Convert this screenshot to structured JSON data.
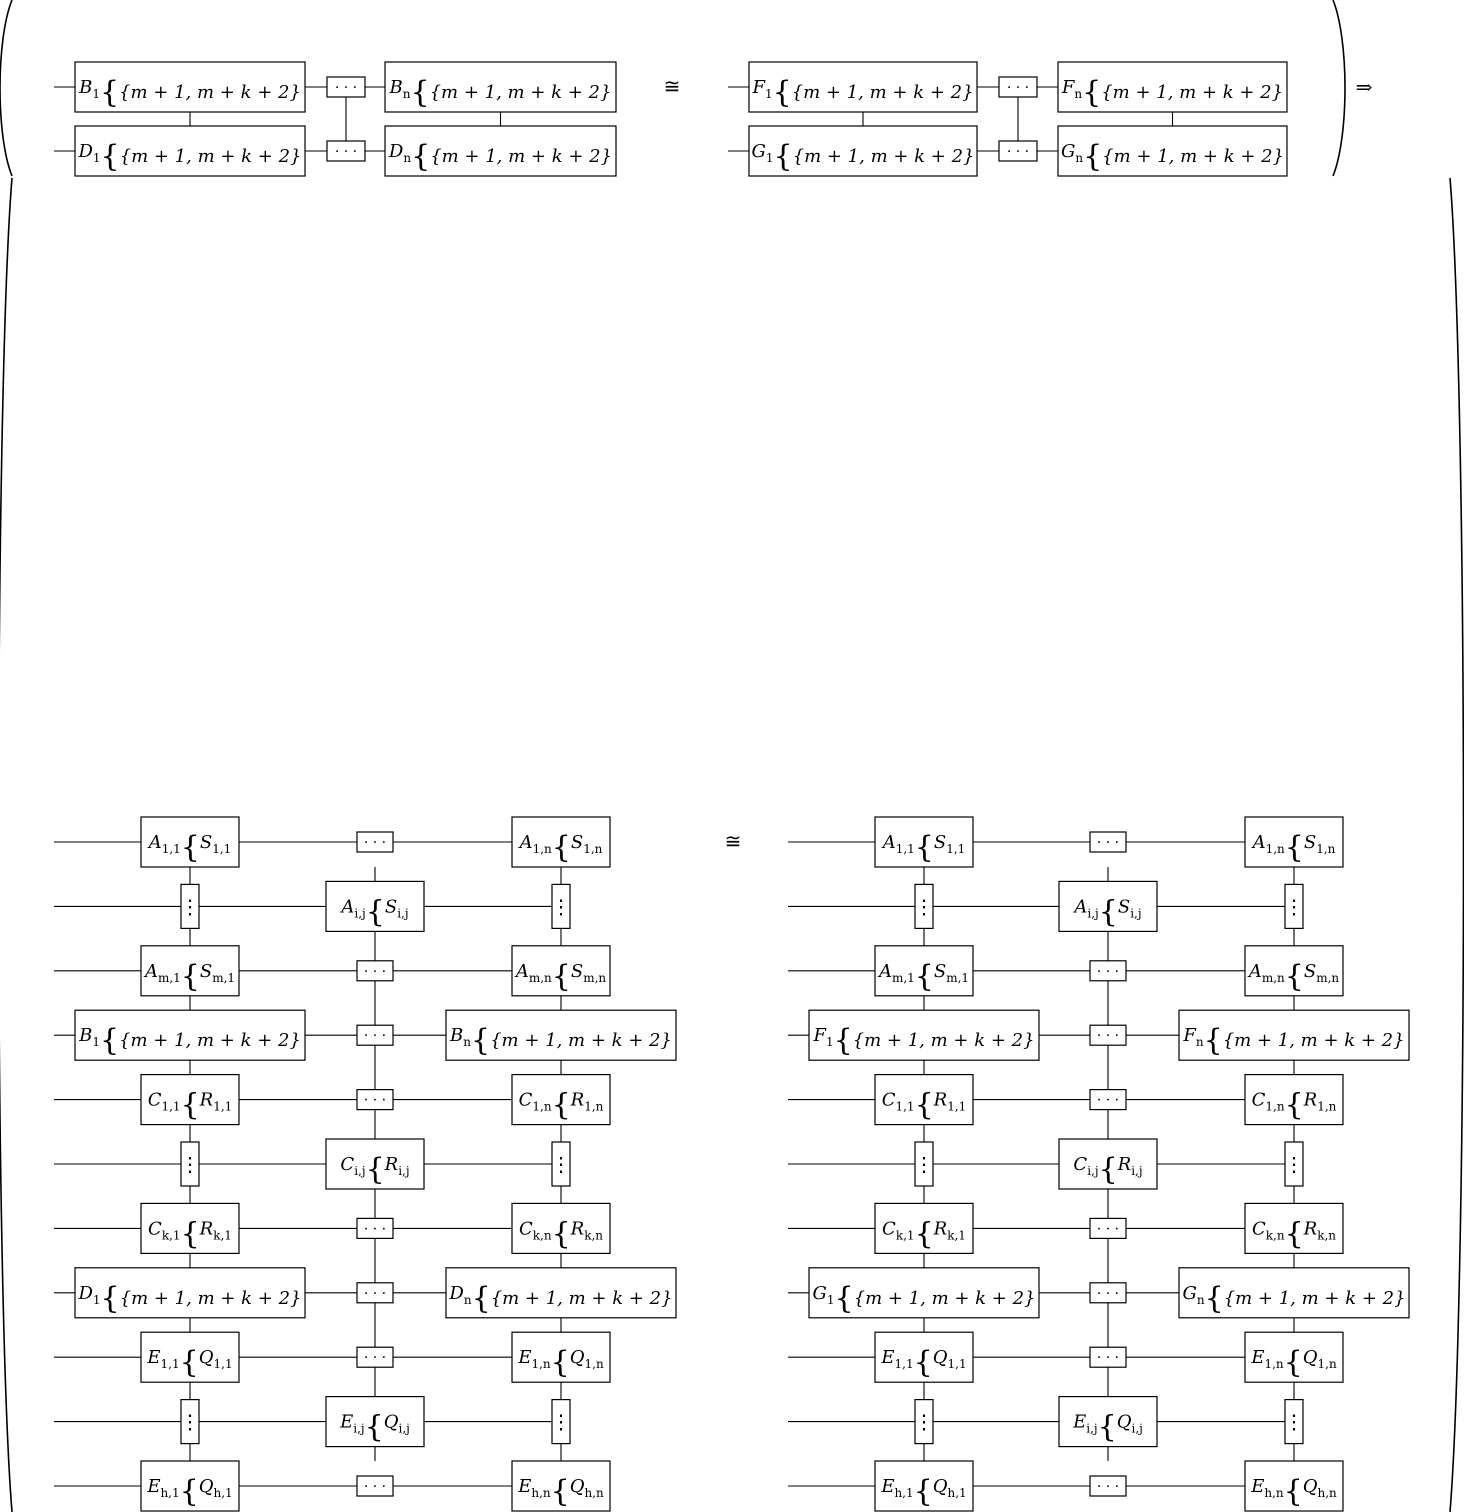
{
  "symbols": {
    "iso": "≅",
    "implies": "⇒",
    "hdots": "· · ·",
    "vdots": "⋮",
    "brace": "{"
  },
  "top": {
    "left": {
      "rows": [
        {
          "first": {
            "name": "B",
            "sub": "1",
            "set": "{m + 1, m + k + 2}"
          },
          "last": {
            "name": "B",
            "sub": "n",
            "set": "{m + 1, m + k + 2}"
          }
        },
        {
          "first": {
            "name": "D",
            "sub": "1",
            "set": "{m + 1, m + k + 2}"
          },
          "last": {
            "name": "D",
            "sub": "n",
            "set": "{m + 1, m + k + 2}"
          }
        }
      ]
    },
    "right": {
      "rows": [
        {
          "first": {
            "name": "F",
            "sub": "1",
            "set": "{m + 1, m + k + 2}"
          },
          "last": {
            "name": "F",
            "sub": "n",
            "set": "{m + 1, m + k + 2}"
          }
        },
        {
          "first": {
            "name": "G",
            "sub": "1",
            "set": "{m + 1, m + k + 2}"
          },
          "last": {
            "name": "G",
            "sub": "n",
            "set": "{m + 1, m + k + 2}"
          }
        }
      ]
    }
  },
  "bottom": {
    "left": {
      "rows": [
        {
          "kind": "pair",
          "first": {
            "name": "A",
            "sub": "1,1",
            "set": "S",
            "setsub": "1,1"
          },
          "last": {
            "name": "A",
            "sub": "1,n",
            "set": "S",
            "setsub": "1,n"
          }
        },
        {
          "kind": "mid",
          "mid": {
            "name": "A",
            "sub": "i,j",
            "set": "S",
            "setsub": "i,j"
          }
        },
        {
          "kind": "pair",
          "first": {
            "name": "A",
            "sub": "m,1",
            "set": "S",
            "setsub": "m,1"
          },
          "last": {
            "name": "A",
            "sub": "m,n",
            "set": "S",
            "setsub": "m,n"
          }
        },
        {
          "kind": "pair",
          "first": {
            "name": "B",
            "sub": "1",
            "set": "{m + 1, m + k + 2}"
          },
          "last": {
            "name": "B",
            "sub": "n",
            "set": "{m + 1, m + k + 2}"
          }
        },
        {
          "kind": "pair",
          "first": {
            "name": "C",
            "sub": "1,1",
            "set": "R",
            "setsub": "1,1"
          },
          "last": {
            "name": "C",
            "sub": "1,n",
            "set": "R",
            "setsub": "1,n"
          }
        },
        {
          "kind": "mid",
          "mid": {
            "name": "C",
            "sub": "i,j",
            "set": "R",
            "setsub": "i,j"
          }
        },
        {
          "kind": "pair",
          "first": {
            "name": "C",
            "sub": "k,1",
            "set": "R",
            "setsub": "k,1"
          },
          "last": {
            "name": "C",
            "sub": "k,n",
            "set": "R",
            "setsub": "k,n"
          }
        },
        {
          "kind": "pair",
          "first": {
            "name": "D",
            "sub": "1",
            "set": "{m + 1, m + k + 2}"
          },
          "last": {
            "name": "D",
            "sub": "n",
            "set": "{m + 1, m + k + 2}"
          }
        },
        {
          "kind": "pair",
          "first": {
            "name": "E",
            "sub": "1,1",
            "set": "Q",
            "setsub": "1,1"
          },
          "last": {
            "name": "E",
            "sub": "1,n",
            "set": "Q",
            "setsub": "1,n"
          }
        },
        {
          "kind": "mid",
          "mid": {
            "name": "E",
            "sub": "i,j",
            "set": "Q",
            "setsub": "i,j"
          }
        },
        {
          "kind": "pair",
          "first": {
            "name": "E",
            "sub": "h,1",
            "set": "Q",
            "setsub": "h,1"
          },
          "last": {
            "name": "E",
            "sub": "h,n",
            "set": "Q",
            "setsub": "h,n"
          }
        }
      ]
    },
    "right": {
      "rows": [
        {
          "kind": "pair",
          "first": {
            "name": "A",
            "sub": "1,1",
            "set": "S",
            "setsub": "1,1"
          },
          "last": {
            "name": "A",
            "sub": "1,n",
            "set": "S",
            "setsub": "1,n"
          }
        },
        {
          "kind": "mid",
          "mid": {
            "name": "A",
            "sub": "i,j",
            "set": "S",
            "setsub": "i,j"
          }
        },
        {
          "kind": "pair",
          "first": {
            "name": "A",
            "sub": "m,1",
            "set": "S",
            "setsub": "m,1"
          },
          "last": {
            "name": "A",
            "sub": "m,n",
            "set": "S",
            "setsub": "m,n"
          }
        },
        {
          "kind": "pair",
          "first": {
            "name": "F",
            "sub": "1",
            "set": "{m + 1, m + k + 2}"
          },
          "last": {
            "name": "F",
            "sub": "n",
            "set": "{m + 1, m + k + 2}"
          }
        },
        {
          "kind": "pair",
          "first": {
            "name": "C",
            "sub": "1,1",
            "set": "R",
            "setsub": "1,1"
          },
          "last": {
            "name": "C",
            "sub": "1,n",
            "set": "R",
            "setsub": "1,n"
          }
        },
        {
          "kind": "mid",
          "mid": {
            "name": "C",
            "sub": "i,j",
            "set": "R",
            "setsub": "i,j"
          }
        },
        {
          "kind": "pair",
          "first": {
            "name": "C",
            "sub": "k,1",
            "set": "R",
            "setsub": "k,1"
          },
          "last": {
            "name": "C",
            "sub": "k,n",
            "set": "R",
            "setsub": "k,n"
          }
        },
        {
          "kind": "pair",
          "first": {
            "name": "G",
            "sub": "1",
            "set": "{m + 1, m + k + 2}"
          },
          "last": {
            "name": "G",
            "sub": "n",
            "set": "{m + 1, m + k + 2}"
          }
        },
        {
          "kind": "pair",
          "first": {
            "name": "E",
            "sub": "1,1",
            "set": "Q",
            "setsub": "1,1"
          },
          "last": {
            "name": "E",
            "sub": "1,n",
            "set": "Q",
            "setsub": "1,n"
          }
        },
        {
          "kind": "mid",
          "mid": {
            "name": "E",
            "sub": "i,j",
            "set": "Q",
            "setsub": "i,j"
          }
        },
        {
          "kind": "pair",
          "first": {
            "name": "E",
            "sub": "h,1",
            "set": "Q",
            "setsub": "h,1"
          },
          "last": {
            "name": "E",
            "sub": "h,n",
            "set": "Q",
            "setsub": "h,n"
          }
        }
      ]
    }
  }
}
